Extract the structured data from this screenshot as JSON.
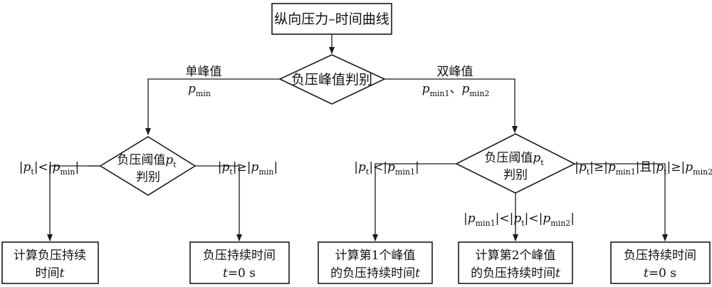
{
  "nodes": {
    "top": "纵向压力–时间曲线",
    "peak_judge": "负压峰值判别",
    "left_thresh_line1": "负压阈值",
    "left_thresh_var": "p",
    "left_thresh_sub": "t",
    "left_thresh_line2": "判别",
    "right_thresh_line1": "负压阈值",
    "right_thresh_var": "p",
    "right_thresh_sub": "t",
    "right_thresh_line2": "判别",
    "box1_line1": "计算负压持续",
    "box1_line2": "时间",
    "box1_var": "t",
    "box2_line1": "负压持续时间",
    "box2_line2": "=0 s",
    "box2_var": "t",
    "box3_line1": "计算第1个峰值",
    "box3_line2": "的负压持续时间",
    "box3_var": "t",
    "box4_line1": "计算第2个峰值",
    "box4_line2": "的负压持续时间",
    "box4_var": "t",
    "box5_line1": "负压持续时间",
    "box5_line2": "=0 s",
    "box5_var": "t"
  },
  "labels": {
    "single_peak": "单峰值",
    "single_peak_var": "p",
    "single_peak_sub": "min",
    "double_peak": "双峰值",
    "double_peak_var1": "p",
    "double_peak_sub1": "min1",
    "double_peak_sep": "、",
    "double_peak_var2": "p",
    "double_peak_sub2": "min2",
    "cond_left_lt": {
      "pre": "|",
      "v1": "p",
      "s1": "t",
      "mid": "|<|",
      "v2": "p",
      "s2": "min",
      "post": "|"
    },
    "cond_left_ge": {
      "pre": "|",
      "v1": "p",
      "s1": "t",
      "mid": "|≥|",
      "v2": "p",
      "s2": "min",
      "post": "|"
    },
    "cond_right_lt": {
      "pre": "|",
      "v1": "p",
      "s1": "t",
      "mid": "|<|",
      "v2": "p",
      "s2": "min1",
      "post": "|"
    },
    "cond_right_mid": {
      "pre": "|",
      "v1": "p",
      "s1": "min1",
      "mid1": "|<|",
      "v2": "p",
      "s2": "t",
      "mid2": "|<|",
      "v3": "p",
      "s3": "min2",
      "post": "|"
    },
    "cond_right_ge": {
      "pre": "|",
      "v1": "p",
      "s1": "t",
      "mid1": "|≥|",
      "v2": "p",
      "s2": "min1",
      "mid2": "|且|",
      "v3": "p",
      "s3": "t",
      "mid3": "|≥|",
      "v4": "p",
      "s4": "min2",
      "post": "|"
    }
  }
}
